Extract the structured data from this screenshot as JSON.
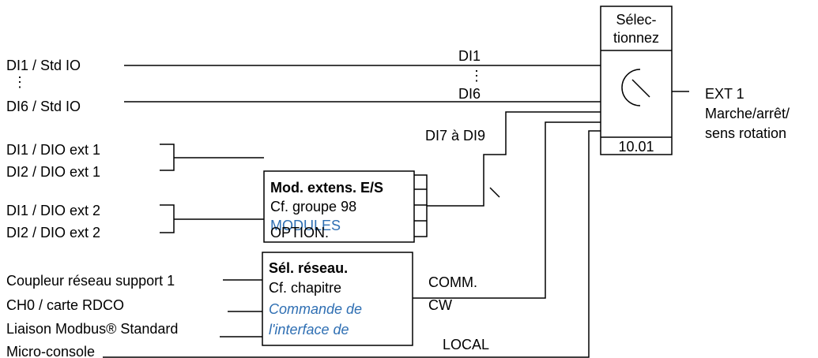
{
  "colors": {
    "line": "#000000",
    "text": "#000000",
    "link": "#2f6fb3",
    "background": "#ffffff"
  },
  "inputs": {
    "di1_std": "DI1 / Std IO",
    "ellipsis": "⋮",
    "di6_std": "DI6 / Std IO",
    "di1_ext1": "DI1 / DIO ext 1",
    "di2_ext1": "DI2 / DIO ext 1",
    "di1_ext2": "DI1 / DIO ext 2",
    "di2_ext2": "DI2 / DIO ext 2",
    "fieldbus": "Coupleur réseau support 1",
    "ch0": "CH0 / carte RDCO",
    "modbus": "Liaison Modbus® Standard",
    "panel": "Micro-console"
  },
  "signals": {
    "di1": "DI1",
    "ellipsis": "⋮",
    "di6": "DI6",
    "di7_9": "DI7 à DI9",
    "comm_1": "COMM.",
    "comm_2": "CW",
    "local": "LOCAL"
  },
  "io_module_box": {
    "title": "Mod. extens. E/S",
    "ref_prefix": "Cf. groupe ",
    "ref_link": "98",
    "link_line1": "MODULES",
    "link_line2": "OPTION",
    "suffix": "."
  },
  "fieldbus_box": {
    "title": "Sél. réseau.",
    "ref_text": "Cf. chapitre",
    "link_line1": "Commande de",
    "link_line2": "l'interface de"
  },
  "selector": {
    "header_line1": "Sélec-",
    "header_line2": "tionnez",
    "parameter": "10.01",
    "icon": "rotary-switch-icon"
  },
  "output": {
    "line1": "EXT 1",
    "line2": "Marche/arrêt/",
    "line3": "sens rotation"
  }
}
